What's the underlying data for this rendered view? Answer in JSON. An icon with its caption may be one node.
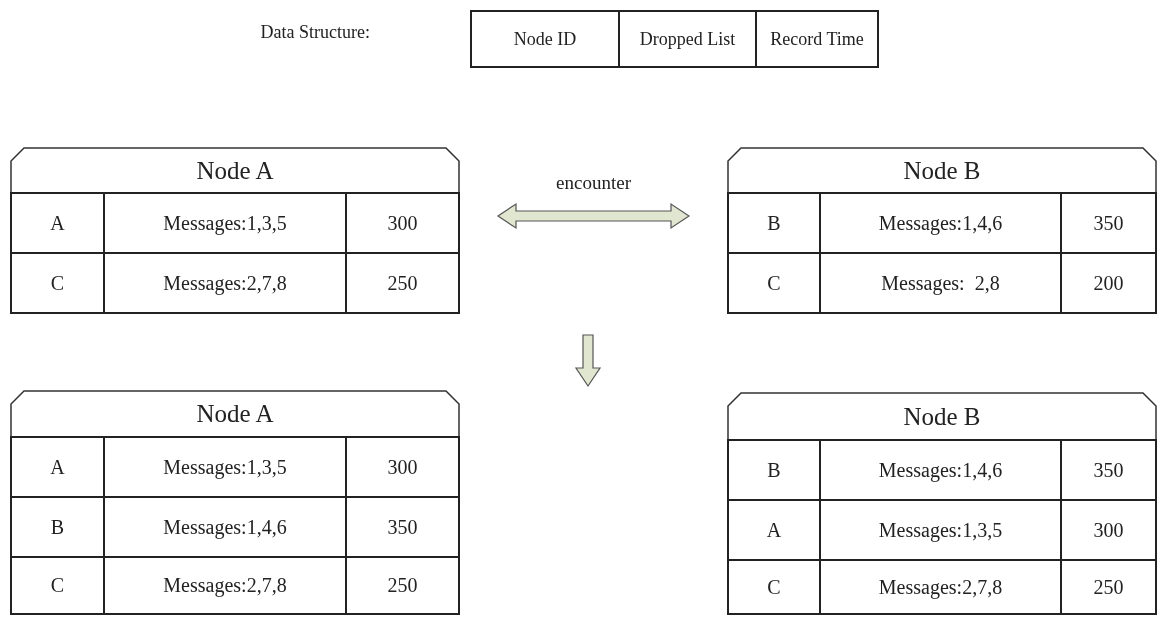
{
  "diagram": {
    "nodes": [
      {
        "text": [
          "Node ID"
        ]
      },
      {
        "text": [
          "Dropped List"
        ]
      },
      {
        "text": [
          "Record Time"
        ]
      },
      {
        "text": [
          "Node A"
        ]
      },
      {
        "text": [
          "A"
        ],
        "in": 3
      },
      {
        "text": [
          "Messages:1,3,5"
        ],
        "in": 3
      },
      {
        "text": [
          "300"
        ],
        "in": 3
      },
      {
        "text": [
          "C"
        ],
        "in": 3
      },
      {
        "text": [
          "Messages:2,7,8"
        ],
        "in": 3
      },
      {
        "text": [
          "250"
        ],
        "in": 3
      },
      {
        "text": [
          "Node B"
        ]
      },
      {
        "text": [
          "B"
        ],
        "in": 10
      },
      {
        "text": [
          "Messages:1,4,6"
        ],
        "in": 10
      },
      {
        "text": [
          "350"
        ],
        "in": 10
      },
      {
        "text": [
          "C"
        ],
        "in": 10
      },
      {
        "text": [
          "Messages:  2,8"
        ],
        "in": 10
      },
      {
        "text": [
          "200"
        ],
        "in": 10
      },
      {
        "text": [
          "Node A"
        ]
      },
      {
        "text": [
          "A"
        ],
        "in": 17
      },
      {
        "text": [
          "Messages:1,3,5"
        ],
        "in": 17
      },
      {
        "text": [
          "300"
        ],
        "in": 17
      },
      {
        "text": [
          "B"
        ],
        "in": 17
      },
      {
        "text": [
          "Messages:1,4,6"
        ],
        "in": 17
      },
      {
        "text": [
          "350"
        ],
        "in": 17
      },
      {
        "text": [
          "C"
        ],
        "in": 17
      },
      {
        "text": [
          "Messages:2,7,8"
        ],
        "in": 17
      },
      {
        "text": [
          "250"
        ],
        "in": 17
      },
      {
        "text": [
          "Node B"
        ]
      },
      {
        "text": [
          "B"
        ],
        "in": 27
      },
      {
        "text": [
          "Messages:1,4,6"
        ],
        "in": 27
      },
      {
        "text": [
          "350"
        ],
        "in": 27
      },
      {
        "text": [
          "A"
        ],
        "in": 27
      },
      {
        "text": [
          "Messages:1,3,5"
        ],
        "in": 27
      },
      {
        "text": [
          "300"
        ],
        "in": 27
      },
      {
        "text": [
          "C"
        ],
        "in": 27
      },
      {
        "text": [
          "Messages:2,7,8"
        ],
        "in": 27
      },
      {
        "text": [
          "250"
        ],
        "in": 27
      }
    ],
    "edges": [
      {
        "from": 3,
        "to": 10,
        "arrow": "both",
        "label": "encounter"
      }
    ],
    "labels": [
      "Data Structure:"
    ]
  }
}
